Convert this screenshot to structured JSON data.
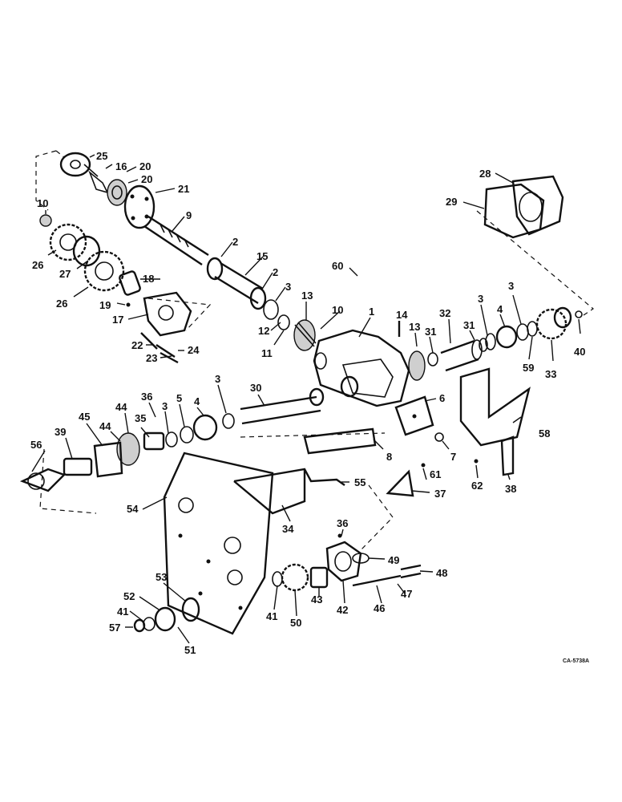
{
  "labels": [
    "25",
    "16",
    "20",
    "20",
    "21",
    "9",
    "10",
    "26",
    "27",
    "26",
    "18",
    "19",
    "17",
    "22",
    "23",
    "24",
    "2",
    "15",
    "2",
    "3",
    "12",
    "11",
    "13",
    "10",
    "1",
    "14",
    "13",
    "31",
    "32",
    "31",
    "3",
    "4",
    "3",
    "28",
    "29",
    "60",
    "40",
    "59",
    "33",
    "6",
    "58",
    "36",
    "3",
    "5",
    "4",
    "3",
    "30",
    "44",
    "35",
    "45",
    "44",
    "39",
    "56",
    "7",
    "8",
    "61",
    "62",
    "38",
    "55",
    "37",
    "54",
    "34",
    "36",
    "49",
    "48",
    "47",
    "46",
    "42",
    "43",
    "50",
    "41",
    "53",
    "52",
    "41",
    "57",
    "51"
  ],
  "figure_code": "CA-5738A"
}
